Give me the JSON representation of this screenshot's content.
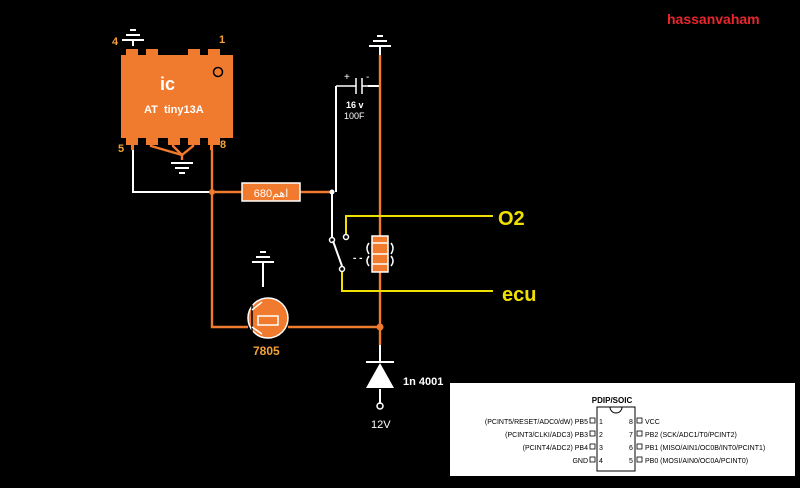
{
  "watermark": "hassanvaham",
  "ic": {
    "title": "ic",
    "part": "AT  tiny13A",
    "pins": {
      "p4": "4",
      "p1": "1",
      "p5": "5",
      "p8": "8"
    }
  },
  "capacitor": {
    "plus": "+",
    "minus": "-",
    "voltage": "16 v",
    "value": "100F"
  },
  "resistor": {
    "label": "اهم680"
  },
  "relay": {
    "coil_marks": "- -"
  },
  "outputs": {
    "o2": "O2",
    "ecu": "ecu"
  },
  "regulator": {
    "label": "7805"
  },
  "diode": {
    "label": "1n 4001"
  },
  "supply": {
    "label": "12V"
  },
  "pinout": {
    "title": "PDIP/SOIC",
    "left": [
      {
        "name": "(PCINT5/RESET/ADC0/dW) PB5",
        "num": "1"
      },
      {
        "name": "(PCINT3/CLKI/ADC3) PB3",
        "num": "2"
      },
      {
        "name": "(PCINT4/ADC2) PB4",
        "num": "3"
      },
      {
        "name": "GND",
        "num": "4"
      }
    ],
    "right": [
      {
        "num": "8",
        "name": "VCC"
      },
      {
        "num": "7",
        "name": "PB2 (SCK/ADC1/T0/PCINT2)"
      },
      {
        "num": "6",
        "name": "PB1 (MISO/AIN1/OC0B/INT0/PCINT1)"
      },
      {
        "num": "5",
        "name": "PB0 (MOSI/AIN0/OC0A/PCINT0)"
      }
    ]
  },
  "colors": {
    "background": "#000000",
    "orange": "#f07a2e",
    "white": "#ffffff",
    "yellow": "#f0e000",
    "watermark": "#e8262e",
    "pin_label": "#f3a23a"
  }
}
